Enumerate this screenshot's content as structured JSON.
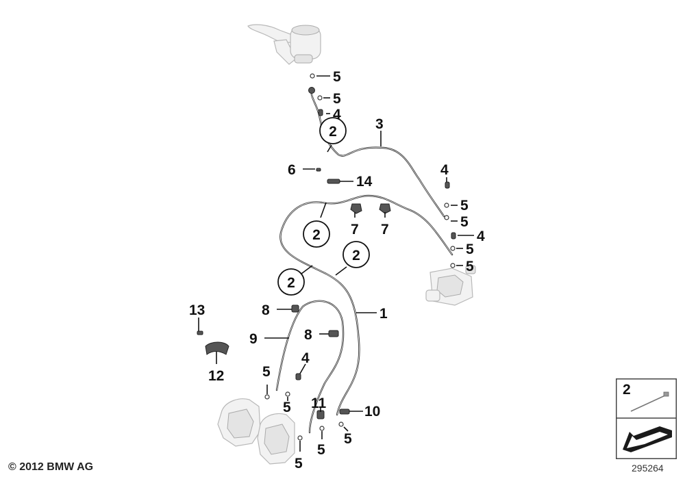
{
  "diagram": {
    "copyright": "© 2012 BMW AG",
    "reference_number": "295264",
    "legend": {
      "label": "2"
    },
    "callouts": [
      {
        "id": "c1",
        "text": "5"
      },
      {
        "id": "c2",
        "text": "5"
      },
      {
        "id": "c3",
        "text": "4"
      },
      {
        "id": "c4",
        "text": "3"
      },
      {
        "id": "c5",
        "text": "6"
      },
      {
        "id": "c6",
        "text": "14"
      },
      {
        "id": "c7",
        "text": "4"
      },
      {
        "id": "c8",
        "text": "5"
      },
      {
        "id": "c9",
        "text": "5"
      },
      {
        "id": "c10",
        "text": "7"
      },
      {
        "id": "c11",
        "text": "7"
      },
      {
        "id": "c12",
        "text": "4"
      },
      {
        "id": "c13",
        "text": "5"
      },
      {
        "id": "c14",
        "text": "5"
      },
      {
        "id": "c15",
        "text": "1"
      },
      {
        "id": "c16",
        "text": "8"
      },
      {
        "id": "c17",
        "text": "8"
      },
      {
        "id": "c18",
        "text": "9"
      },
      {
        "id": "c19",
        "text": "13"
      },
      {
        "id": "c20",
        "text": "12"
      },
      {
        "id": "c21",
        "text": "4"
      },
      {
        "id": "c22",
        "text": "5"
      },
      {
        "id": "c23",
        "text": "5"
      },
      {
        "id": "c24",
        "text": "11"
      },
      {
        "id": "c25",
        "text": "10"
      },
      {
        "id": "c26",
        "text": "5"
      },
      {
        "id": "c27",
        "text": "5"
      },
      {
        "id": "c28",
        "text": "5"
      }
    ],
    "circled_callouts": [
      {
        "id": "r1",
        "text": "2"
      },
      {
        "id": "r2",
        "text": "2"
      },
      {
        "id": "r3",
        "text": "2"
      },
      {
        "id": "r4",
        "text": "2"
      }
    ]
  }
}
